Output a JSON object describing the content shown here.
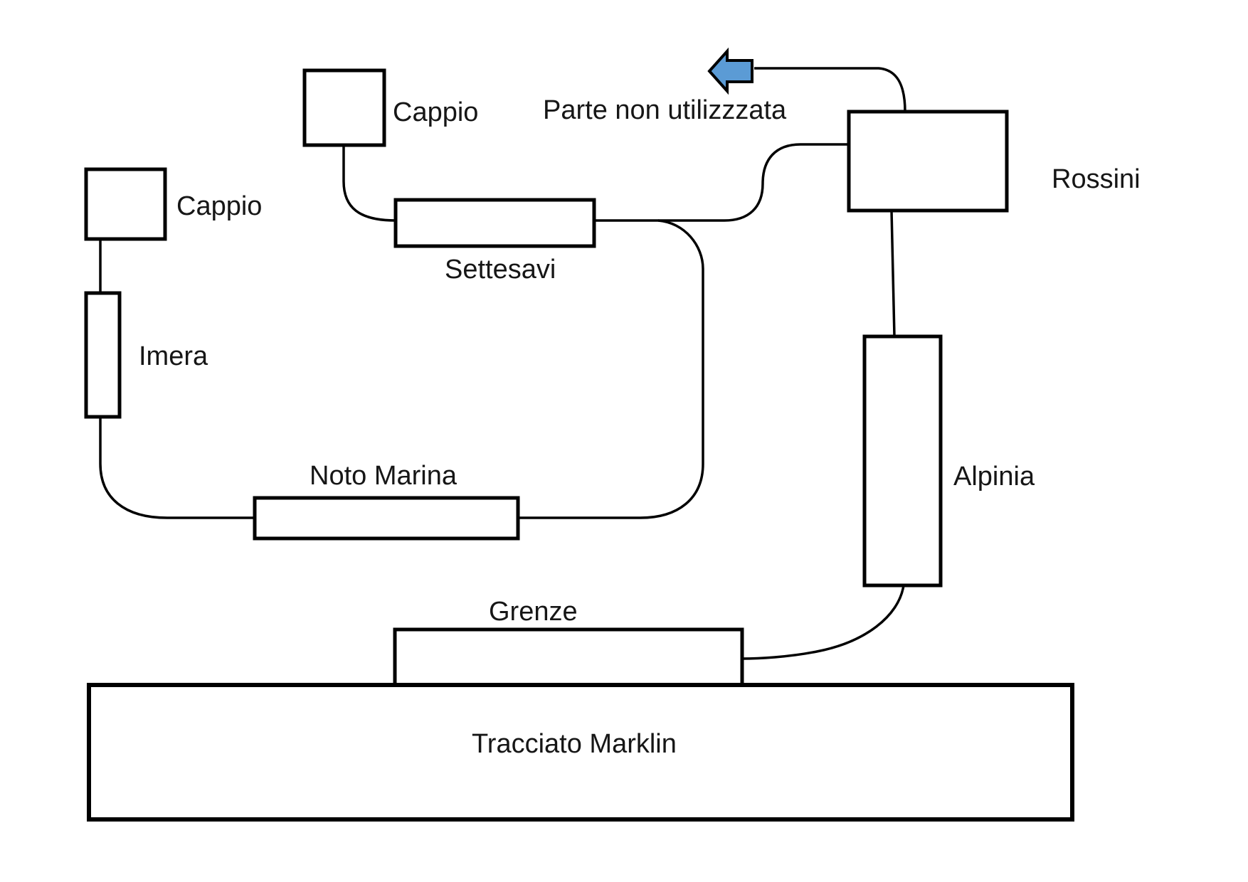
{
  "diagram": {
    "title_hint": "Model railway track layout sketch",
    "labels": {
      "cappio_top": "Cappio",
      "cappio_left": "Cappio",
      "imera": "Imera",
      "settesavi": "Settesavi",
      "noto_marina": "Noto Marina",
      "rossini": "Rossini",
      "alpinia": "Alpinia",
      "grenze": "Grenze",
      "tracciato": "Tracciato Marklin",
      "unused_note": "Parte non utilizzzata"
    },
    "colors": {
      "arrow_fill": "#5B9BD5",
      "line": "#000000",
      "background": "#FFFFFF"
    },
    "icons": {
      "unused_direction_arrow": "left-block-arrow"
    }
  }
}
